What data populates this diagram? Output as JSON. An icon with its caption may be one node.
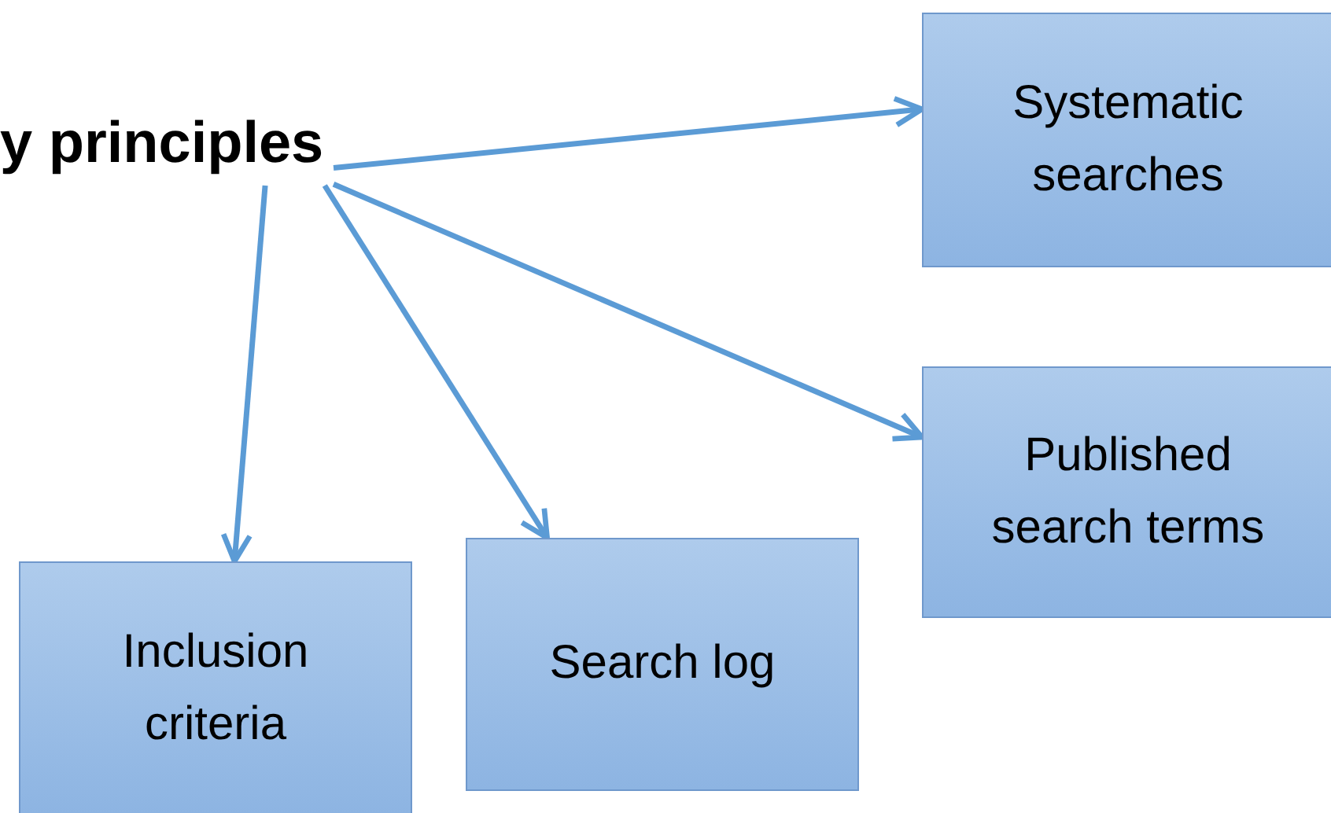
{
  "diagram": {
    "nodes": [
      {
        "text": [
          "y principles"
        ]
      },
      {
        "text": [
          "Systematic searches"
        ]
      },
      {
        "text": [
          "Published search terms"
        ]
      },
      {
        "text": [
          "Inclusion criteria"
        ]
      },
      {
        "text": [
          "Search log"
        ]
      }
    ],
    "edges": [
      {
        "from": 0,
        "to": 1,
        "arrow": "to"
      },
      {
        "from": 0,
        "to": 2,
        "arrow": "to"
      },
      {
        "from": 0,
        "to": 3,
        "arrow": "to"
      },
      {
        "from": 0,
        "to": 4,
        "arrow": "to"
      }
    ]
  }
}
